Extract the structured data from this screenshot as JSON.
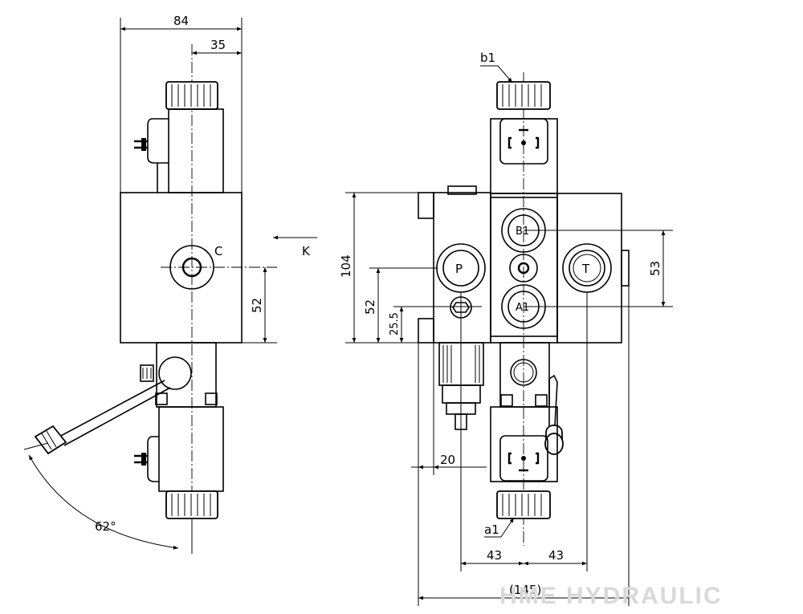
{
  "dimensions": {
    "d84": "84",
    "d35": "35",
    "d52_left": "52",
    "d62deg": "62°",
    "d104": "104",
    "d52_right": "52",
    "d25_5": "25.5",
    "d53": "53",
    "d20": "20",
    "d43_left": "43",
    "d43_right": "43",
    "d145": "(145)"
  },
  "labels": {
    "port_c": "C",
    "view_k": "K",
    "port_p": "P",
    "port_t": "T",
    "port_b1": "B1",
    "port_a1": "A1",
    "sol_b1": "b1",
    "sol_a1": "a1"
  },
  "watermark": "HME HYDRAULIC"
}
